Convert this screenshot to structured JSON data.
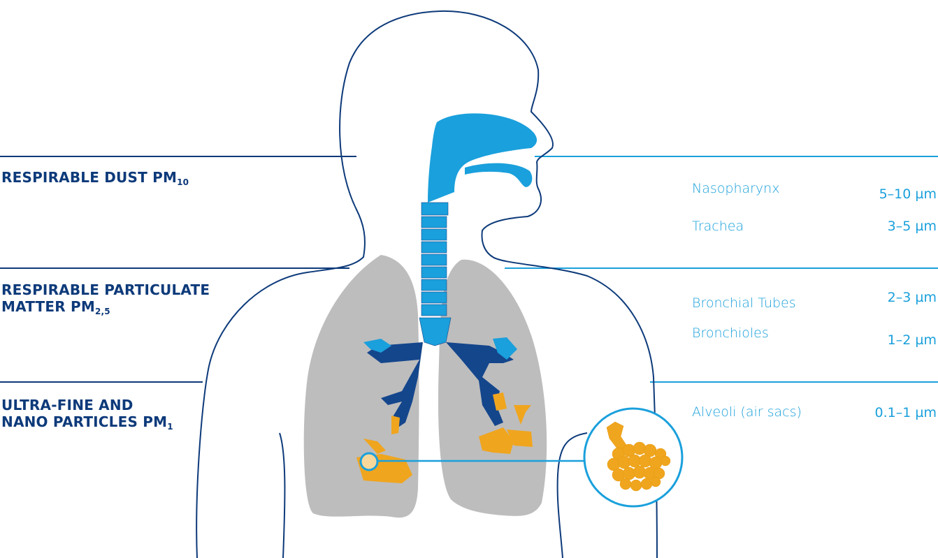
{
  "categories": [
    {
      "line1": "RESPIRABLE DUST PM",
      "sub": "10"
    },
    {
      "line1": "RESPIRABLE PARTICULATE",
      "line2": "MATTER PM",
      "sub": "2,5"
    },
    {
      "line1": "ULTRA-FINE AND",
      "line2": "NANO PARTICLES PM",
      "sub": "1"
    }
  ],
  "regions": [
    {
      "name": "Nasopharynx",
      "size": "5–10 µm"
    },
    {
      "name": "Trachea",
      "size": "3–5 µm"
    },
    {
      "name": "Bronchial Tubes",
      "size": "2–3 µm"
    },
    {
      "name": "Bronchioles",
      "size": "1–2 µm"
    },
    {
      "name": "Alveoli (air sacs)",
      "size": "0.1–1 µm"
    }
  ],
  "colors": {
    "navy": "#0d3a7a",
    "light_blue": "#1aa0dc",
    "lung_grey": "#bdbdbd",
    "orange": "#f0a51e",
    "dark_bronchi": "#14468c"
  }
}
